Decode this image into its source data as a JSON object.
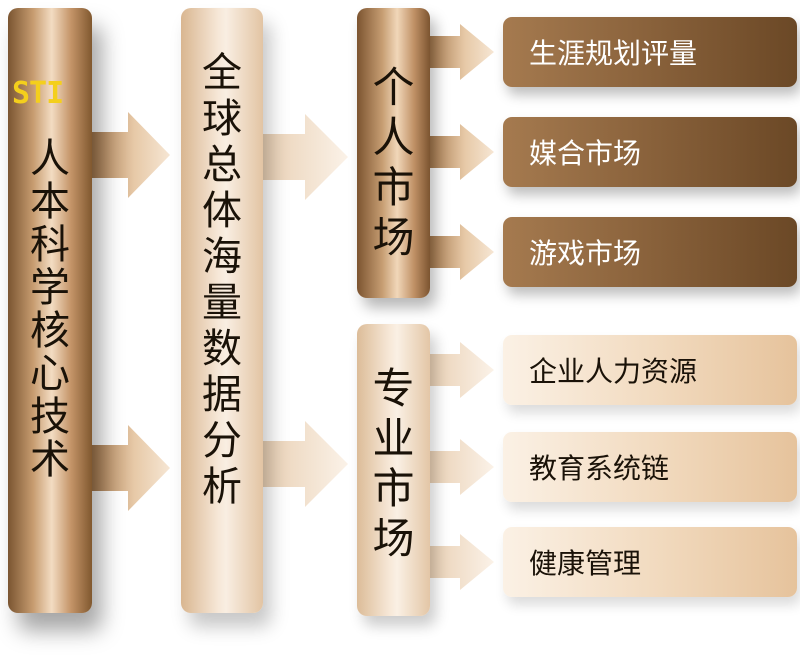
{
  "logo": "STI",
  "core_tech": [
    "人",
    "本",
    "科",
    "学",
    "核",
    "心",
    "技",
    "术"
  ],
  "analysis": [
    "全",
    "球",
    "总",
    "体",
    "海",
    "量",
    "数",
    "据",
    "分",
    "析"
  ],
  "personal_market": [
    "个",
    "人",
    "市",
    "场"
  ],
  "professional_market": [
    "专",
    "业",
    "市",
    "场"
  ],
  "personal_items": [
    "生涯规划评量",
    "媒合市场",
    "游戏市场"
  ],
  "professional_items": [
    "企业人力资源",
    "教育系统链",
    "健康管理"
  ],
  "colors": {
    "dark_bronze": "#8c643d",
    "light_cream": "#f7e8d8",
    "logo_yellow": "#f4cf1c"
  }
}
